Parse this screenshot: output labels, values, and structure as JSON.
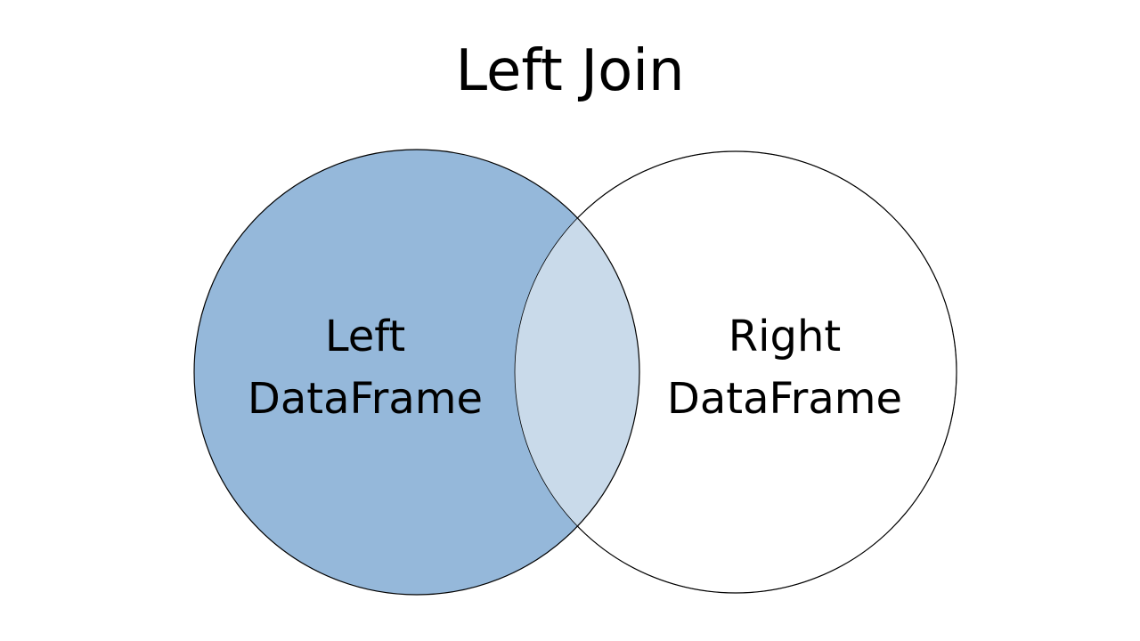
{
  "title": "Left Join",
  "sets": {
    "left": {
      "line1": "Left",
      "line2": "DataFrame"
    },
    "right": {
      "line1": "Right",
      "line2": "DataFrame"
    }
  },
  "colors": {
    "left_fill": "#95b8da",
    "overlap_fill": "#c9daea",
    "right_fill": "#ffffff",
    "stroke": "#000000"
  }
}
